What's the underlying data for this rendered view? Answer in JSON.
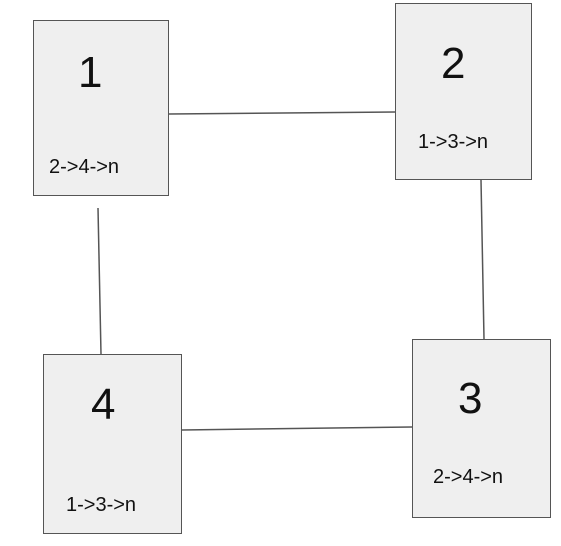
{
  "diagram": {
    "nodes": [
      {
        "id": "1",
        "adjacency": "2->4->n"
      },
      {
        "id": "2",
        "adjacency": "1->3->n"
      },
      {
        "id": "3",
        "adjacency": "2->4->n"
      },
      {
        "id": "4",
        "adjacency": "1->3->n"
      }
    ],
    "edges": [
      {
        "from": "1",
        "to": "2"
      },
      {
        "from": "2",
        "to": "3"
      },
      {
        "from": "3",
        "to": "4"
      },
      {
        "from": "4",
        "to": "1"
      }
    ],
    "colors": {
      "node_fill": "#efefef",
      "node_border": "#555555",
      "edge": "#555555",
      "text": "#111111"
    }
  }
}
